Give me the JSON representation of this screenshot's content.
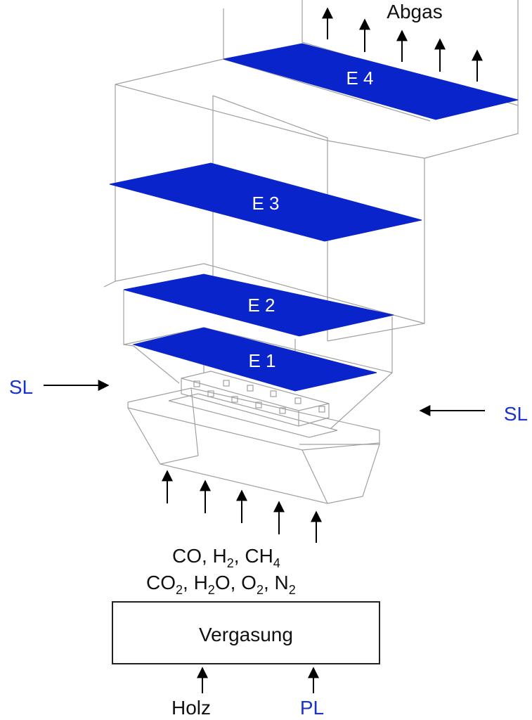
{
  "labels": {
    "abgas": "Abgas",
    "planes": [
      "E 4",
      "E 3",
      "E 2",
      "E 1"
    ],
    "sl_left": "SL",
    "sl_right": "SL",
    "gas_line1": {
      "co": "CO, H",
      "h2_sub": "2",
      "ch4": ", CH",
      "ch4_sub": "4"
    },
    "gas_line2": {
      "co2": "CO",
      "co2_sub": "2",
      "h2o": ", H",
      "h2o_sub": "2",
      "o2": "O, O",
      "o2_sub": "2",
      "n2": ", N",
      "n2_sub": "2"
    },
    "vergasung": "Vergasung",
    "holz": "Holz",
    "pl": "PL"
  },
  "colors": {
    "plane_blue": "#0a24cc",
    "label_blue": "#1a33c8",
    "wire_gray": "#a0a0a0"
  }
}
